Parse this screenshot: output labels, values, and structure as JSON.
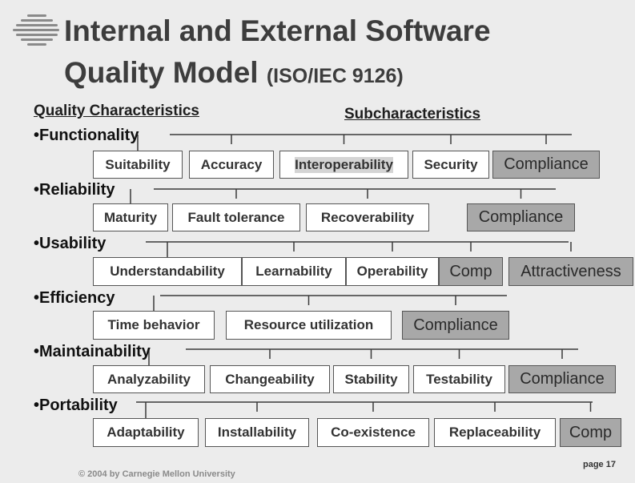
{
  "title": {
    "line1": "Internal and External Software",
    "line2": "Quality Model",
    "line2_suffix": "(ISO/IEC 9126)"
  },
  "headers": {
    "characteristics": "Quality Characteristics",
    "subcharacteristics": "Subcharacteristics"
  },
  "categories": [
    {
      "label": "•Functionality",
      "subs": [
        "Suitability",
        "Accuracy",
        "Interoperability",
        "Security",
        "Compliance"
      ],
      "shaded": [
        false,
        false,
        false,
        false,
        true
      ]
    },
    {
      "label": "•Reliability",
      "subs": [
        "Maturity",
        "Fault tolerance",
        "Recoverability",
        "Compliance"
      ],
      "shaded": [
        false,
        false,
        false,
        true
      ]
    },
    {
      "label": "•Usability",
      "subs": [
        "Understandability",
        "Learnability",
        "Operability",
        "Comp",
        "Attractiveness"
      ],
      "shaded": [
        false,
        false,
        false,
        true,
        true
      ]
    },
    {
      "label": "•Efficiency",
      "subs": [
        "Time behavior",
        "Resource utilization",
        "Compliance"
      ],
      "shaded": [
        false,
        false,
        true
      ]
    },
    {
      "label": "•Maintainability",
      "subs": [
        "Analyzability",
        "Changeability",
        "Stability",
        "Testability",
        "Compliance"
      ],
      "shaded": [
        false,
        false,
        false,
        false,
        true
      ]
    },
    {
      "label": "•Portability",
      "subs": [
        "Adaptability",
        "Installability",
        "Co-existence",
        "Replaceability",
        "Comp"
      ],
      "shaded": [
        false,
        false,
        false,
        false,
        true
      ]
    }
  ],
  "footer": {
    "copyright": "© 2004 by Carnegie Mellon University",
    "page": "page 17"
  },
  "colors": {
    "background": "#ececec",
    "title": "#3d3d3d",
    "shaded_box": "#a8a8a8",
    "box": "#ffffff"
  }
}
